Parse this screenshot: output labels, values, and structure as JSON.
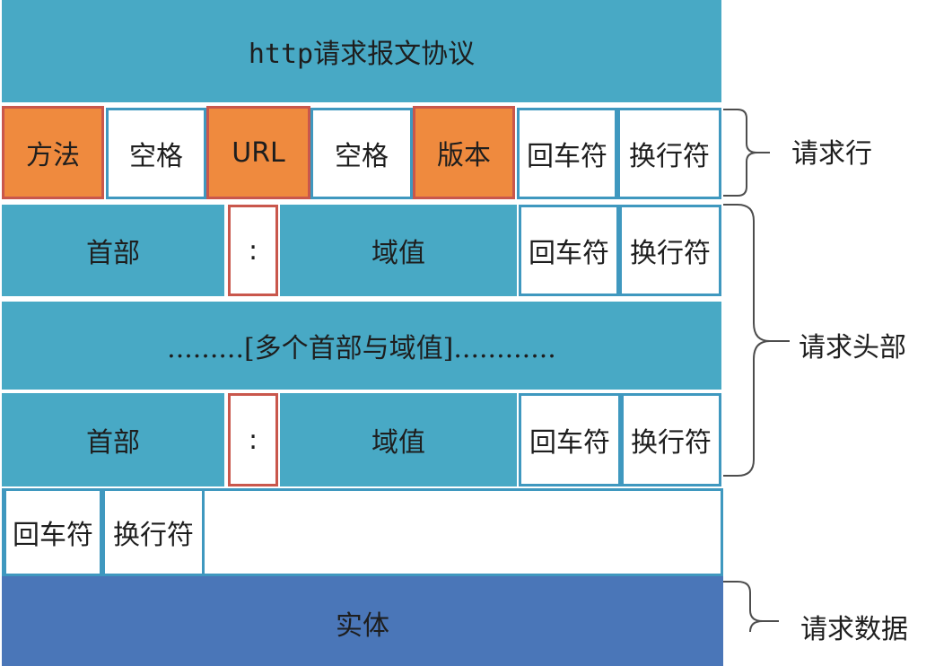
{
  "title": "http请求报文协议",
  "request_line": {
    "method": "方法",
    "space1": "空格",
    "url": "URL",
    "space2": "空格",
    "version": "版本",
    "cr": "回车符",
    "lf": "换行符"
  },
  "header_row_1": {
    "name": "首部",
    "colon": ":",
    "value": "域值",
    "cr": "回车符",
    "lf": "换行符"
  },
  "multi_headers": ".........[多个首部与域值]............",
  "header_row_2": {
    "name": "首部",
    "colon": ":",
    "value": "域值",
    "cr": "回车符",
    "lf": "换行符"
  },
  "blank_line": {
    "cr": "回车符",
    "lf": "换行符"
  },
  "body": "实体",
  "labels": {
    "request_line": "请求行",
    "request_headers": "请求头部",
    "request_data": "请求数据"
  },
  "colors": {
    "teal": "#48a9c5",
    "orange": "#ef8a3e",
    "blue": "#4a76b8",
    "border_red": "#c9574c",
    "border_blue": "#3f98bf"
  }
}
